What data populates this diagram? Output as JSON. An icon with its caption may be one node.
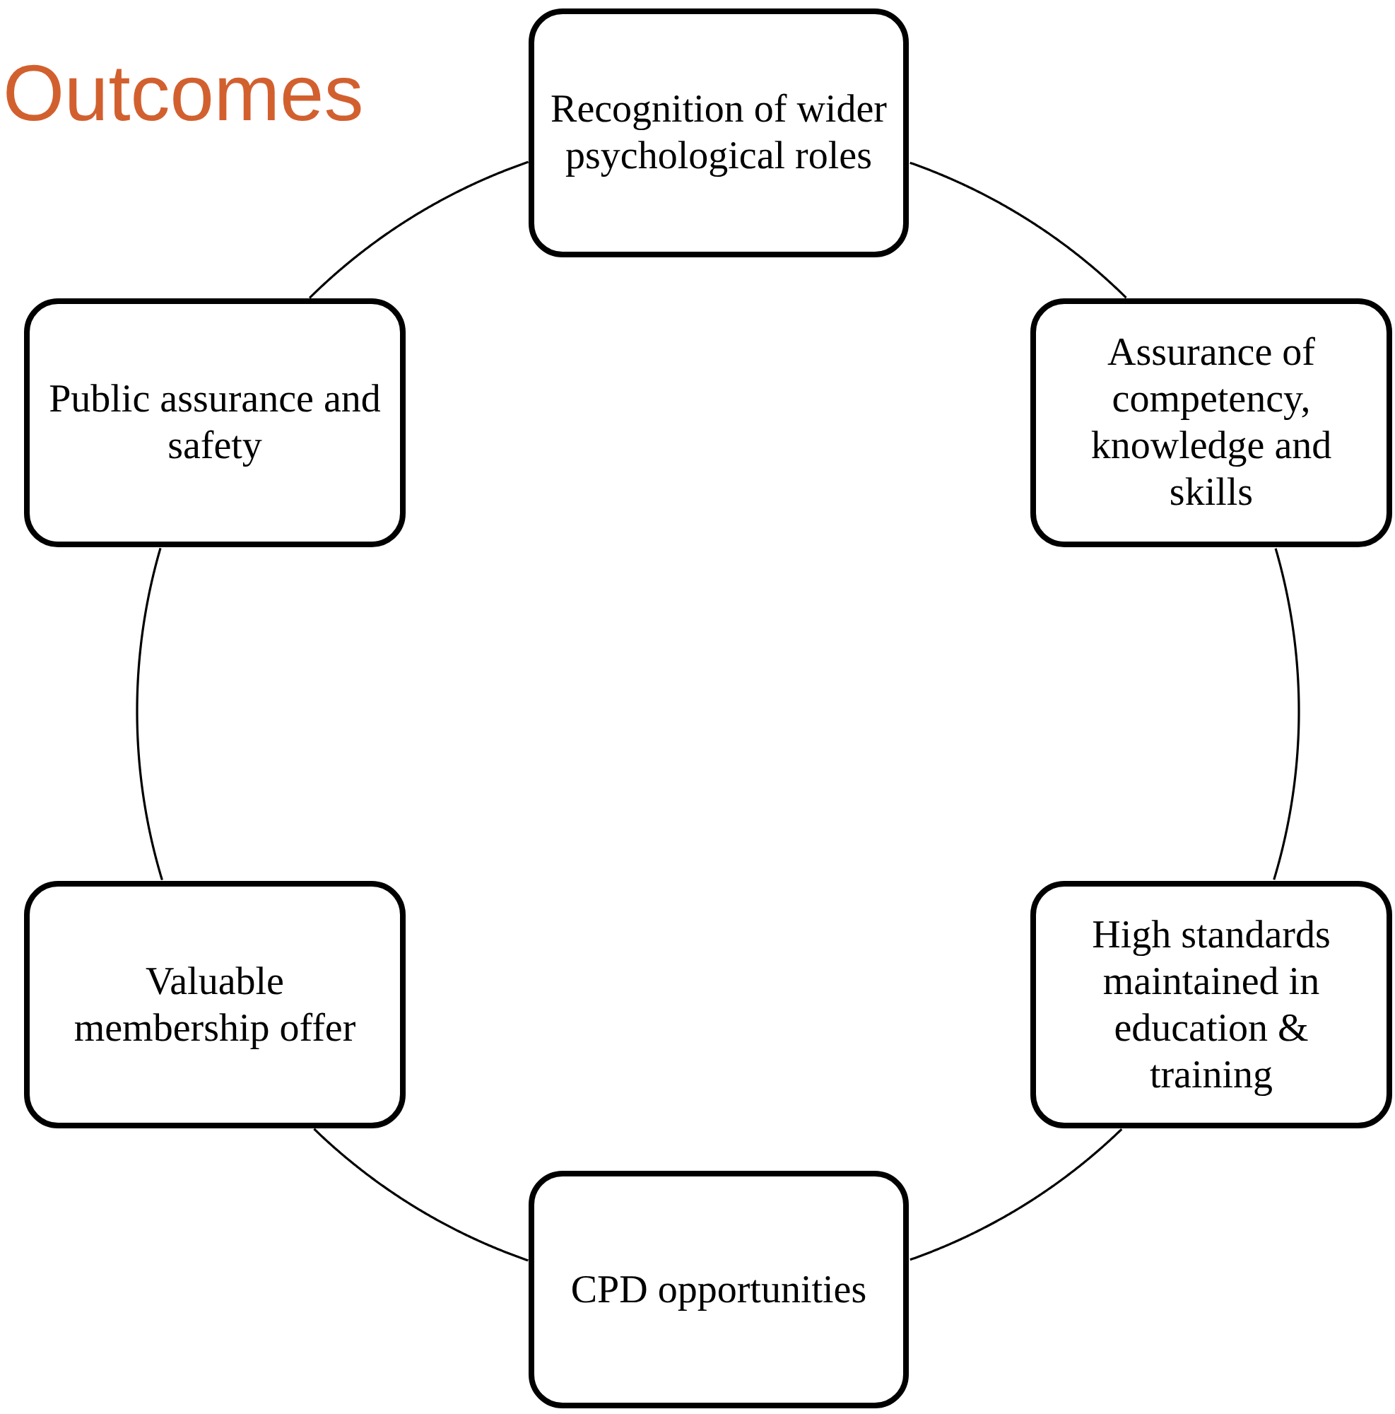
{
  "diagram": {
    "title": "Outcomes",
    "nodes": [
      {
        "text": [
          "Recognition of wider psychological roles"
        ]
      },
      {
        "text": [
          "Assurance of competency, knowledge and skills"
        ]
      },
      {
        "text": [
          "High standards maintained in education & training"
        ]
      },
      {
        "text": [
          "CPD opportunities"
        ]
      },
      {
        "text": [
          "Valuable membership offer"
        ]
      },
      {
        "text": [
          "Public assurance and safety"
        ]
      }
    ],
    "edges": [
      {
        "from": 0,
        "to": 1,
        "arrow": "none"
      },
      {
        "from": 1,
        "to": 2,
        "arrow": "none"
      },
      {
        "from": 2,
        "to": 3,
        "arrow": "none"
      },
      {
        "from": 3,
        "to": 4,
        "arrow": "none"
      },
      {
        "from": 4,
        "to": 5,
        "arrow": "none"
      },
      {
        "from": 5,
        "to": 0,
        "arrow": "none"
      }
    ]
  }
}
